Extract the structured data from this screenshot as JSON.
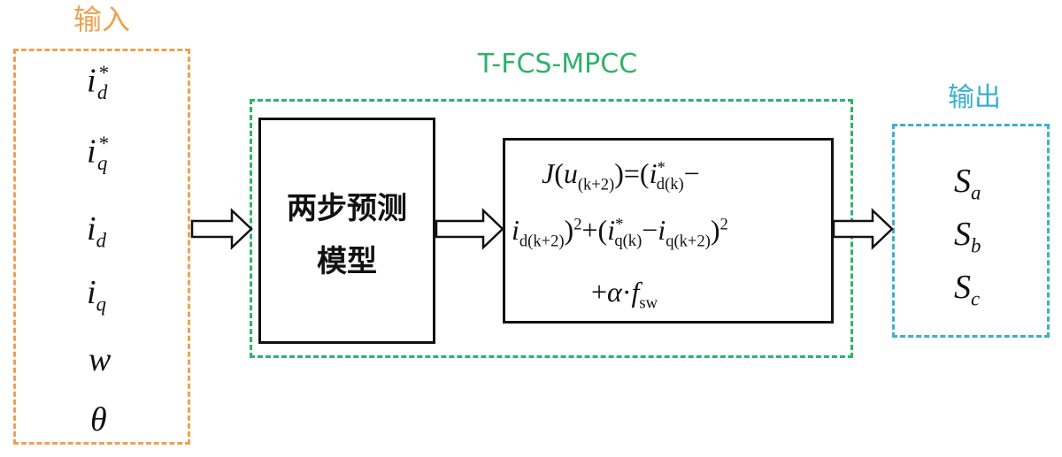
{
  "colors": {
    "input": "#f0a050",
    "mpcc": "#2db36a",
    "output": "#3ab0d0",
    "ink": "#111111"
  },
  "input_group": {
    "title": "输入",
    "vars": [
      {
        "base": "i",
        "sup": "*",
        "sub": "d"
      },
      {
        "base": "i",
        "sup": "*",
        "sub": "q"
      },
      {
        "base": "i",
        "sup": "",
        "sub": "d"
      },
      {
        "base": "i",
        "sup": "",
        "sub": "q"
      },
      {
        "base": "w",
        "sup": "",
        "sub": ""
      },
      {
        "base": "θ",
        "sup": "",
        "sub": ""
      }
    ]
  },
  "mpcc_group": {
    "title": "T-FCS-MPCC",
    "model_block": {
      "line1": "两步预测",
      "line2": "模型"
    },
    "cost_block": {
      "J": "J",
      "u": "u",
      "k2": "(k+2)",
      "eq_open": "=(",
      "i": "i",
      "star": "*",
      "dk": "d(k)",
      "minus": "−",
      "dk2": "d(k+2)",
      "close_sq": ")",
      "sq": "2",
      "plus_open": "+(",
      "qk": "q(k)",
      "qk2": "q(k+2)",
      "plus": "+",
      "alpha": "α",
      "dot": "·",
      "f": "f",
      "sw": "sw"
    }
  },
  "output_group": {
    "title": "输出",
    "vars": [
      {
        "base": "S",
        "sub": "a"
      },
      {
        "base": "S",
        "sub": "b"
      },
      {
        "base": "S",
        "sub": "c"
      }
    ]
  }
}
